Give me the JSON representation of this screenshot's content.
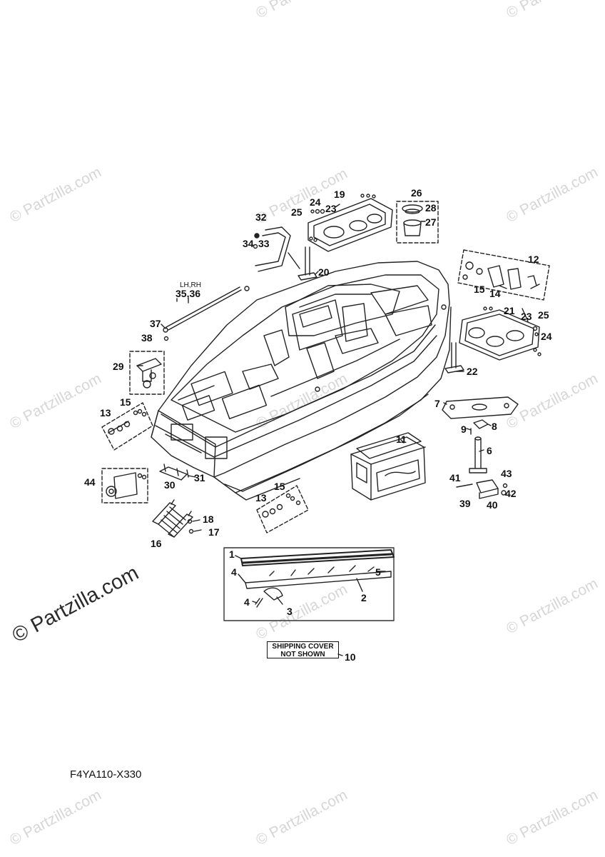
{
  "watermark": "© Partzilla.com",
  "diagram_code": "F4YA110-X330",
  "shipping_note": {
    "line1": "SHIPPING COVER",
    "line2": "NOT SHOWN",
    "ref": "10"
  },
  "side_note": {
    "text": "LH,RH"
  },
  "callouts": {
    "c1": "1",
    "c2": "2",
    "c3": "3",
    "c4a": "4",
    "c4b": "4",
    "c5": "5",
    "c6": "6",
    "c7": "7",
    "c8": "8",
    "c9": "9",
    "c11": "11",
    "c12": "12",
    "c13a": "13",
    "c13b": "13",
    "c14": "14",
    "c15a": "15",
    "c15b": "15",
    "c15c": "15",
    "c16": "16",
    "c17": "17",
    "c18": "18",
    "c19": "19",
    "c20": "20",
    "c21": "21",
    "c22": "22",
    "c23a": "23",
    "c23b": "23",
    "c24a": "24",
    "c24b": "24",
    "c25a": "25",
    "c25b": "25",
    "c26": "26",
    "c27": "27",
    "c28": "28",
    "c29": "29",
    "c30": "30",
    "c31": "31",
    "c32": "32",
    "c33": "33",
    "c34": "34",
    "c3536": "35,36",
    "c37": "37",
    "c38": "38",
    "c39": "39",
    "c40": "40",
    "c41": "41",
    "c42": "42",
    "c43": "43",
    "c44": "44"
  }
}
